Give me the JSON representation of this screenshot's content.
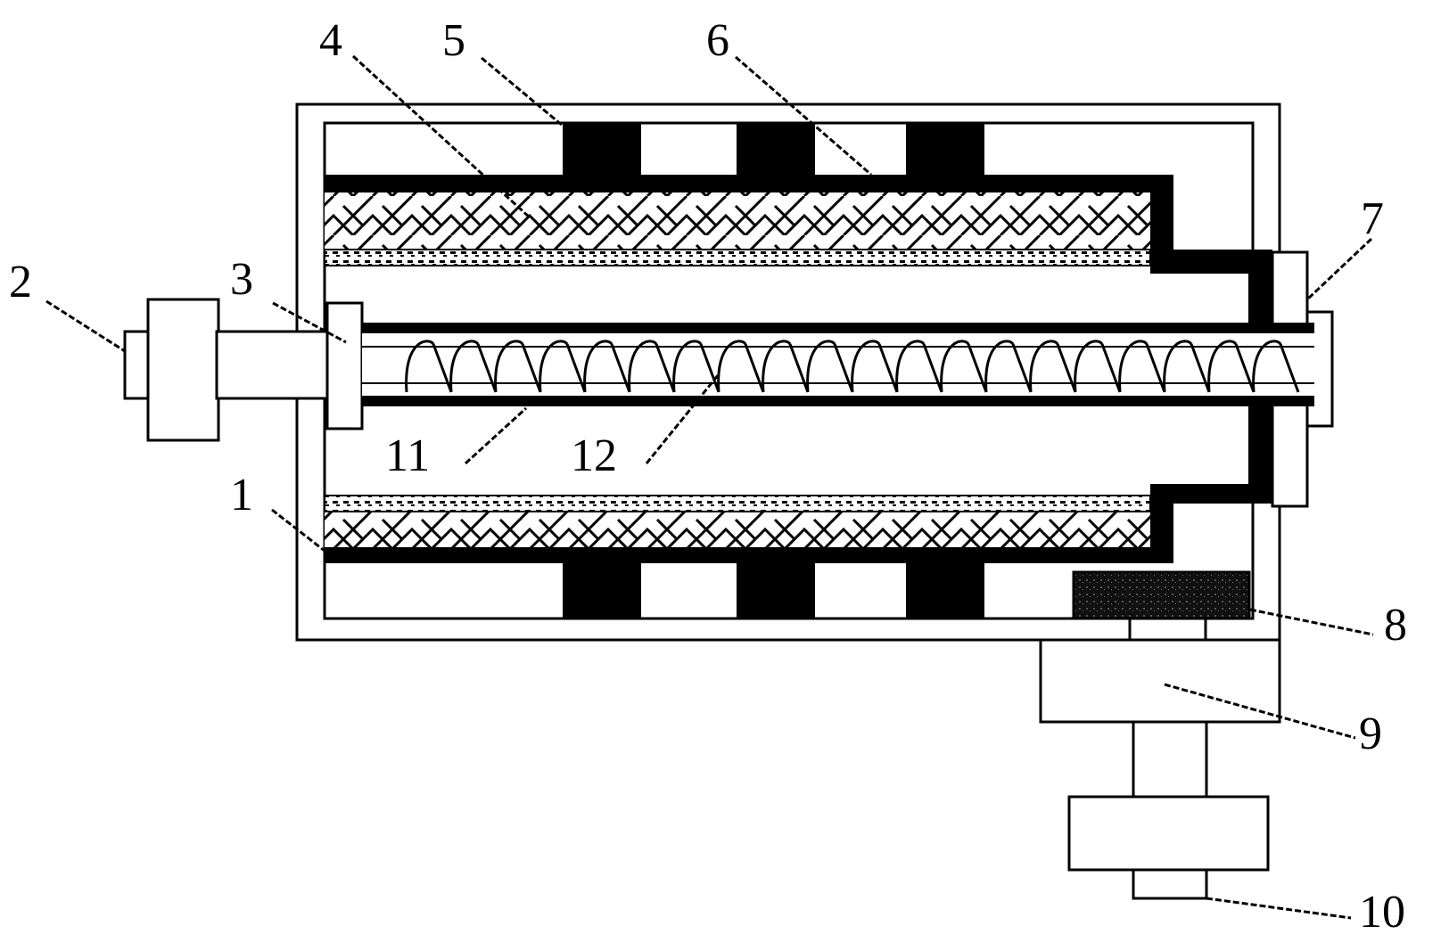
{
  "labels": {
    "l1": "1",
    "l2": "2",
    "l3": "3",
    "l4": "4",
    "l5": "5",
    "l6": "6",
    "l7": "7",
    "l8": "8",
    "l9": "9",
    "l10": "10",
    "l11": "11",
    "l12": "12"
  },
  "colors": {
    "ink": "#000000",
    "paper": "#ffffff",
    "block_dark": "#111111"
  }
}
